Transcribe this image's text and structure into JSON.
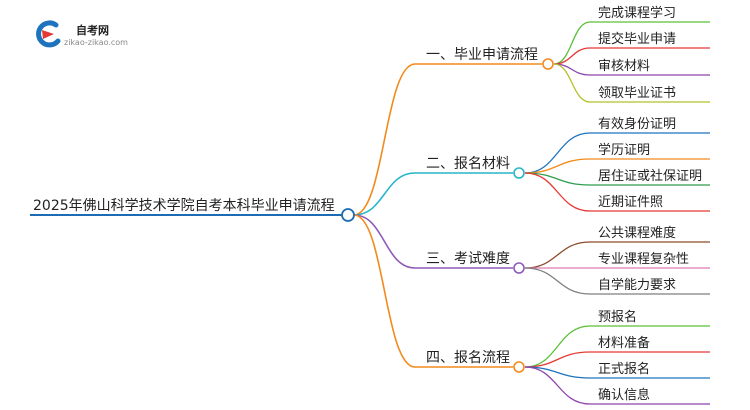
{
  "logo": {
    "title": "自考网",
    "url": "zikao-zikao.com"
  },
  "root": {
    "label": "2025年佛山科学技术学院自考本科毕业申请流程",
    "color": "#1c6cb5"
  },
  "branches": [
    {
      "label": "一、毕业申请流程",
      "color": "#f28a1c",
      "leaves": [
        {
          "label": "完成课程学习",
          "color": "#5bbf3a"
        },
        {
          "label": "提交毕业申请",
          "color": "#e53935"
        },
        {
          "label": "审核材料",
          "color": "#8e44ad"
        },
        {
          "label": "领取毕业证书",
          "color": "#b5c12a"
        }
      ]
    },
    {
      "label": "二、报名材料",
      "color": "#26b5c9",
      "leaves": [
        {
          "label": "有效身份证明",
          "color": "#1e73be"
        },
        {
          "label": "学历证明",
          "color": "#f28a1c"
        },
        {
          "label": "居住证或社保证明",
          "color": "#2e9e4f"
        },
        {
          "label": "近期证件照",
          "color": "#e53935"
        }
      ]
    },
    {
      "label": "三、考试难度",
      "color": "#8e5bb8",
      "leaves": [
        {
          "label": "公共课程难度",
          "color": "#8b4a2b"
        },
        {
          "label": "专业课程复杂性",
          "color": "#e07ab8"
        },
        {
          "label": "自学能力要求",
          "color": "#7f7f7f"
        }
      ]
    },
    {
      "label": "四、报名流程",
      "color": "#f28a1c",
      "leaves": [
        {
          "label": "预报名",
          "color": "#5bbf3a"
        },
        {
          "label": "材料准备",
          "color": "#e53935"
        },
        {
          "label": "正式报名",
          "color": "#1e73be"
        },
        {
          "label": "确认信息",
          "color": "#8e44ad"
        }
      ]
    }
  ]
}
